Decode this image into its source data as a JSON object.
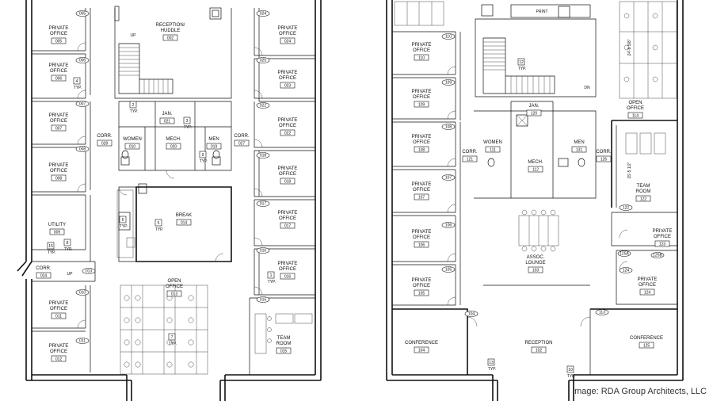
{
  "caption": "Image: RDA Group Architects, LLC",
  "rooms": {
    "r002": {
      "name": "RECEPTION/\nHUDDLE",
      "num": "002"
    },
    "r005": {
      "name": "PRIVATE\nOFFICE",
      "num": "005"
    },
    "r006": {
      "name": "PRIVATE\nOFFICE",
      "num": "006"
    },
    "r007": {
      "name": "PRIVATE\nOFFICE",
      "num": "007"
    },
    "r008": {
      "name": "PRIVATE\nOFFICE",
      "num": "008"
    },
    "r009": {
      "name": "UTILITY",
      "num": "009"
    },
    "r024l": {
      "name": "CORR.",
      "num": "024"
    },
    "r011": {
      "name": "PRIVATE\nOFFICE",
      "num": "011"
    },
    "r012": {
      "name": "PRIVATE\nOFFICE",
      "num": "012"
    },
    "r028": {
      "name": "CORR.",
      "num": "028"
    },
    "r010": {
      "name": "WOMEN",
      "num": "010"
    },
    "r020": {
      "name": "MECH.",
      "num": "020"
    },
    "r019": {
      "name": "MEN",
      "num": "019"
    },
    "r021": {
      "name": "JAN.",
      "num": "021"
    },
    "r027": {
      "name": "CORR.",
      "num": "027"
    },
    "r014": {
      "name": "BREAK",
      "num": "014"
    },
    "r013": {
      "name": "OPEN\nOFFICE",
      "num": "013"
    },
    "r024r": {
      "name": "PRIVATE\nOFFICE",
      "num": "024"
    },
    "r023": {
      "name": "PRIVATE\nOFFICE",
      "num": "023"
    },
    "r022": {
      "name": "PRIVATE\nOFFICE",
      "num": "022"
    },
    "r018": {
      "name": "PRIVATE\nOFFICE",
      "num": "018"
    },
    "r017": {
      "name": "PRIVATE\nOFFICE",
      "num": "017"
    },
    "r016": {
      "name": "PRIVATE\nOFFICE",
      "num": "016"
    },
    "r015": {
      "name": "TEAM\nROOM",
      "num": "015"
    },
    "r110": {
      "name": "PRIVATE\nOFFICE",
      "num": "110"
    },
    "r109": {
      "name": "PRIVATE\nOFFICE",
      "num": "109"
    },
    "r108": {
      "name": "PRIVATE\nOFFICE",
      "num": "108"
    },
    "r107": {
      "name": "PRIVATE\nOFFICE",
      "num": "107"
    },
    "r106": {
      "name": "PRIVATE\nOFFICE",
      "num": "106"
    },
    "r105": {
      "name": "PRIVATE\nOFFICE",
      "num": "105"
    },
    "r104": {
      "name": "CONFERENCE",
      "num": "104"
    },
    "r120": {
      "name": "JAN.",
      "num": "120"
    },
    "r111": {
      "name": "WOMEN",
      "num": "111"
    },
    "r112": {
      "name": "MECH.",
      "num": "112"
    },
    "r131": {
      "name": "MEN",
      "num": "131"
    },
    "r121": {
      "name": "CORR.",
      "num": "121"
    },
    "r126": {
      "name": "CORR.",
      "num": "126"
    },
    "r103": {
      "name": "ASSOC.\nLOUNGE",
      "num": "103"
    },
    "r102": {
      "name": "RECEPTION",
      "num": "102"
    },
    "r114": {
      "name": "OPEN\nOFFICE",
      "num": "114"
    },
    "r122": {
      "name": "TEAM\nROOM",
      "num": "122"
    },
    "r123": {
      "name": "PRIVATE\nOFFICE",
      "num": "123"
    },
    "r124": {
      "name": "PRIVATE\nOFFICE",
      "num": "124"
    },
    "r125": {
      "name": "CONFERENCE",
      "num": "125"
    }
  },
  "doorNumbers": {
    "dL005": "005",
    "dL006": "006",
    "dL007": "007",
    "dL008": "008",
    "dL224": "024",
    "dL225": "025",
    "dL222": "022",
    "dL218": "018",
    "dL217": "017",
    "dL216": "016",
    "dL215": "015",
    "dL010": "010",
    "dL011": "011",
    "dL013": "013",
    "dR110": "110",
    "dR109": "109",
    "dR108": "108",
    "dR107": "107",
    "dR106": "106",
    "dR105": "105",
    "dR104": "104",
    "dR122": "122",
    "dR125a": "125A",
    "dR125b": "125B",
    "dR124": "124",
    "dR113": "113"
  },
  "tags": {
    "t1": "1",
    "t2": "2",
    "t3": "3",
    "t4": "4",
    "t5": "5",
    "t6": "6",
    "t7": "7",
    "t8": "8",
    "t9": "9",
    "t10": "10",
    "t12": "12",
    "t13": "13",
    "t15": "15"
  },
  "notes": {
    "typ": "TYP.",
    "up": "UP",
    "dn": "DN",
    "print": "PRINT",
    "dim1": "24'-9 5/8\"",
    "dim2": "15'-5 1/2\""
  }
}
